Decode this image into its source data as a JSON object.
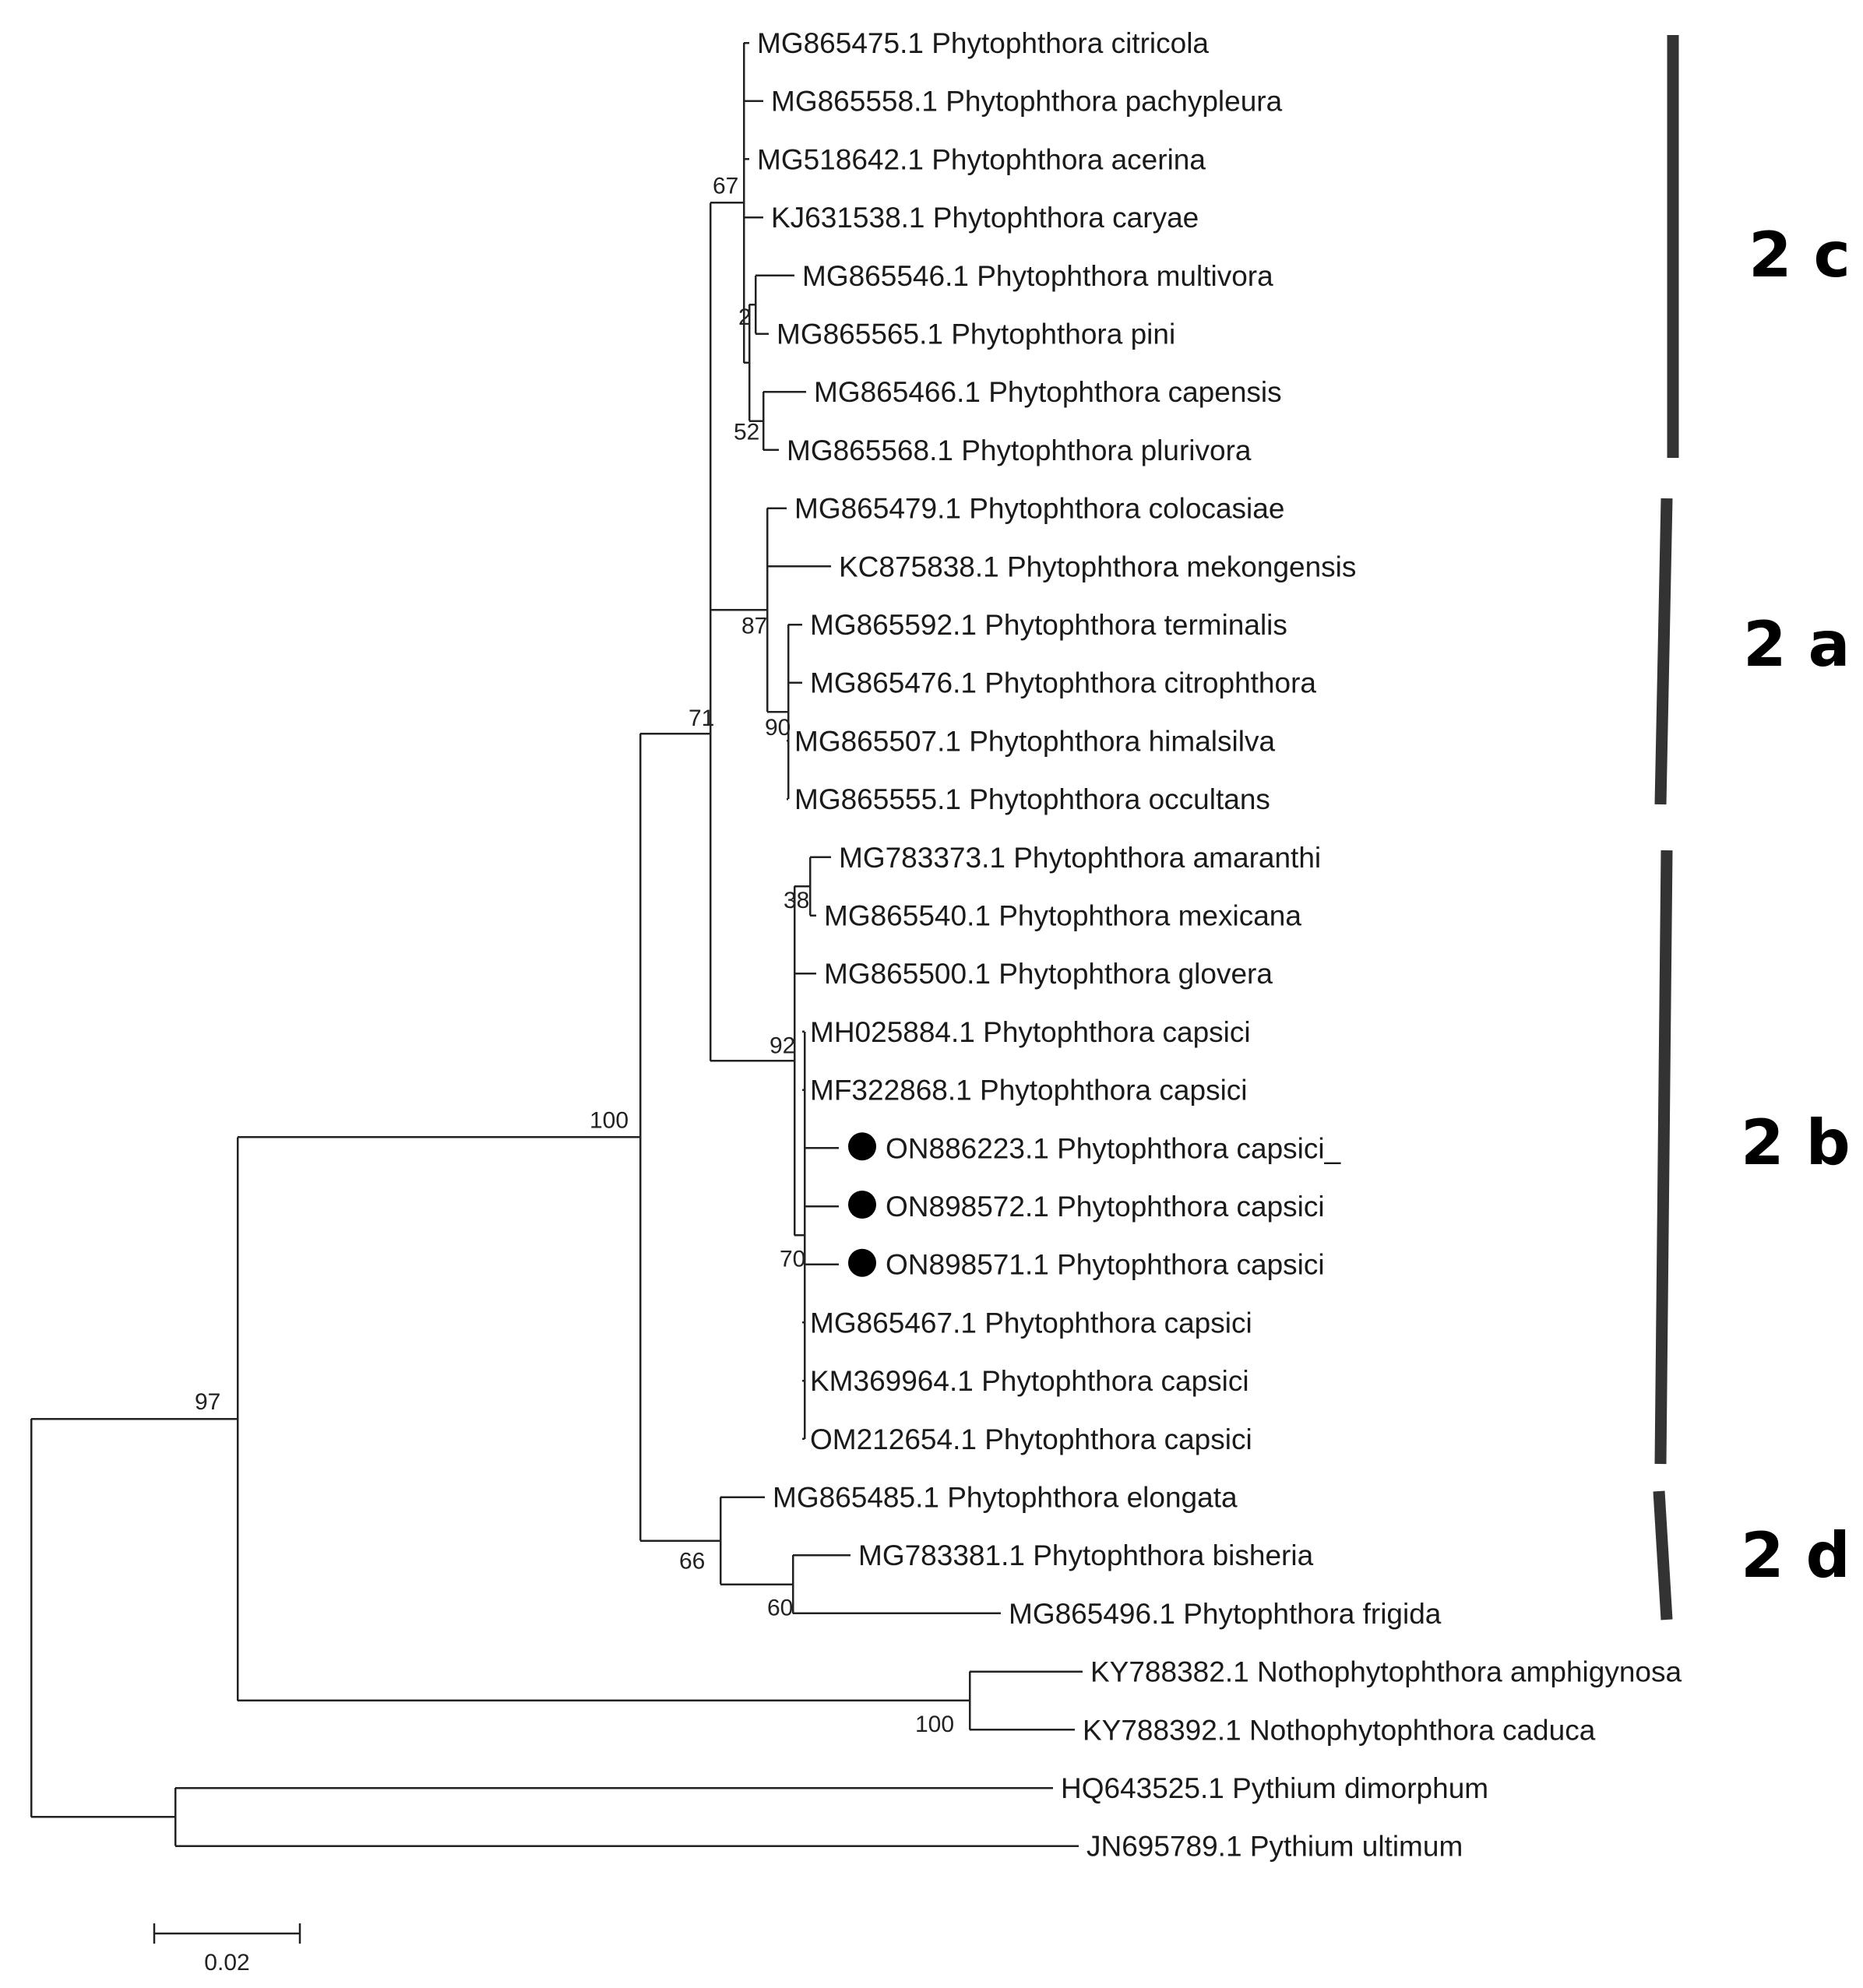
{
  "leaves": [
    {
      "id": "citricola",
      "label": "MG865475.1 Phytophthora citricola"
    },
    {
      "id": "pachypleura",
      "label": "MG865558.1 Phytophthora pachypleura"
    },
    {
      "id": "acerina",
      "label": "MG518642.1 Phytophthora acerina"
    },
    {
      "id": "caryae",
      "label": "KJ631538.1 Phytophthora caryae"
    },
    {
      "id": "multivora",
      "label": "MG865546.1 Phytophthora multivora"
    },
    {
      "id": "pini",
      "label": "MG865565.1 Phytophthora pini"
    },
    {
      "id": "capensis",
      "label": "MG865466.1 Phytophthora capensis"
    },
    {
      "id": "plurivora",
      "label": "MG865568.1 Phytophthora plurivora"
    },
    {
      "id": "colocasiae",
      "label": "MG865479.1 Phytophthora colocasiae"
    },
    {
      "id": "mekongensis",
      "label": "KC875838.1 Phytophthora mekongensis"
    },
    {
      "id": "terminalis",
      "label": "MG865592.1 Phytophthora terminalis"
    },
    {
      "id": "citrophthora",
      "label": "MG865476.1 Phytophthora citrophthora"
    },
    {
      "id": "himalsilva",
      "label": "MG865507.1 Phytophthora himalsilva"
    },
    {
      "id": "occultans",
      "label": "MG865555.1 Phytophthora occultans"
    },
    {
      "id": "amaranthi",
      "label": "MG783373.1 Phytophthora amaranthi"
    },
    {
      "id": "mexicana",
      "label": "MG865540.1 Phytophthora mexicana"
    },
    {
      "id": "glovera",
      "label": "MG865500.1 Phytophthora glovera"
    },
    {
      "id": "capsici1",
      "label": "MH025884.1 Phytophthora capsici"
    },
    {
      "id": "capsici2",
      "label": "MF322868.1 Phytophthora capsici"
    },
    {
      "id": "capsici3",
      "label": "ON886223.1 Phytophthora capsici_",
      "marked": true
    },
    {
      "id": "capsici4",
      "label": "ON898572.1 Phytophthora capsici",
      "marked": true
    },
    {
      "id": "capsici5",
      "label": "ON898571.1 Phytophthora capsici",
      "marked": true
    },
    {
      "id": "capsici6",
      "label": "MG865467.1 Phytophthora capsici"
    },
    {
      "id": "capsici7",
      "label": "KM369964.1 Phytophthora capsici"
    },
    {
      "id": "capsici8",
      "label": "OM212654.1 Phytophthora capsici"
    },
    {
      "id": "elongata",
      "label": "MG865485.1 Phytophthora elongata"
    },
    {
      "id": "bisheria",
      "label": "MG783381.1 Phytophthora bisheria"
    },
    {
      "id": "frigida",
      "label": "MG865496.1 Phytophthora frigida"
    },
    {
      "id": "amphigynosa",
      "label": "KY788382.1 Nothophytophthora amphigynosa"
    },
    {
      "id": "caduca",
      "label": "KY788392.1 Nothophytophthora caduca"
    },
    {
      "id": "dimorphum",
      "label": "HQ643525.1 Pythium dimorphum"
    },
    {
      "id": "ultimum",
      "label": "JN695789.1 Pythium ultimum"
    }
  ],
  "bootstrap": [
    {
      "node": "n2c",
      "value": "67"
    },
    {
      "node": "n2c_multi",
      "value": "2"
    },
    {
      "node": "n2c_caps",
      "value": "52"
    },
    {
      "node": "n_2c2a2b",
      "value": "71"
    },
    {
      "node": "n2a",
      "value": "87"
    },
    {
      "node": "n2a_inner",
      "value": "90"
    },
    {
      "node": "n2b_ama",
      "value": "38"
    },
    {
      "node": "n2b",
      "value": "92"
    },
    {
      "node": "n2b_caps",
      "value": "70"
    },
    {
      "node": "n_phyto",
      "value": "100"
    },
    {
      "node": "n2d",
      "value": "66"
    },
    {
      "node": "n2d_inner",
      "value": "60"
    },
    {
      "node": "n_ingroup",
      "value": "97"
    },
    {
      "node": "n_notho",
      "value": "100"
    }
  ],
  "clades": [
    {
      "id": "2c",
      "label": "2 c"
    },
    {
      "id": "2a",
      "label": "2 a"
    },
    {
      "id": "2b",
      "label": "2 b"
    },
    {
      "id": "2d",
      "label": "2 d"
    }
  ],
  "scale_bar": {
    "value": 0.02,
    "label": "0.02"
  },
  "colors": {
    "branch": "#222222",
    "clade_bar": "#333333",
    "marker": "#000000"
  }
}
